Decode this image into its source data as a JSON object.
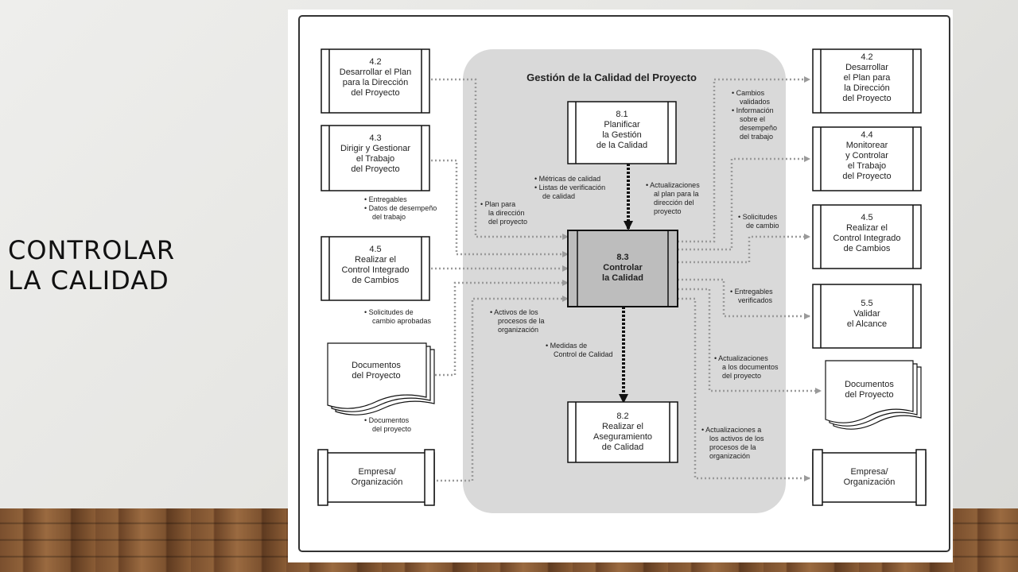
{
  "slide": {
    "title_lines": [
      "CONTROLAR",
      "LA CALIDAD"
    ]
  },
  "diagram": {
    "panel_title": "Gestión de la Calidad del Proyecto",
    "center_process": {
      "number": "8.3",
      "lines": [
        "Controlar",
        "la Calidad"
      ]
    },
    "process_8_1": {
      "number": "8.1",
      "lines": [
        "Planificar",
        "la Gestión",
        "de la Calidad"
      ]
    },
    "process_8_2": {
      "number": "8.2",
      "lines": [
        "Realizar el",
        "Aseguramiento",
        "de Calidad"
      ]
    },
    "inputs": [
      {
        "number": "4.2",
        "lines": [
          "Desarrollar el Plan",
          "para la Dirección",
          "del Proyecto"
        ]
      },
      {
        "number": "4.3",
        "lines": [
          "Dirigir y Gestionar",
          "el Trabajo",
          "del Proyecto"
        ]
      },
      {
        "number": "4.5",
        "lines": [
          "Realizar el",
          "Control Integrado",
          "de Cambios"
        ]
      },
      {
        "lines": [
          "Documentos",
          "del Proyecto"
        ]
      },
      {
        "lines": [
          "Empresa/",
          "Organización"
        ]
      }
    ],
    "outputs": [
      {
        "number": "4.2",
        "lines": [
          "Desarrollar",
          "el Plan para",
          "la Dirección",
          "del Proyecto"
        ]
      },
      {
        "number": "4.4",
        "lines": [
          "Monitorear",
          "y Controlar",
          "el Trabajo",
          "del Proyecto"
        ]
      },
      {
        "number": "4.5",
        "lines": [
          "Realizar el",
          "Control Integrado",
          "de Cambios"
        ]
      },
      {
        "number": "5.5",
        "lines": [
          "Validar",
          "el Alcance"
        ]
      },
      {
        "lines": [
          "Documentos",
          "del Proyecto"
        ]
      },
      {
        "lines": [
          "Empresa/",
          "Organización"
        ]
      }
    ],
    "flow_labels": {
      "entregables_datos": [
        "• Entregables",
        "• Datos de desempeño",
        "del trabajo"
      ],
      "solicitudes_aprobadas": [
        "• Solicitudes de",
        "cambio aprobadas"
      ],
      "documentos_proyecto": [
        "• Documentos",
        "del proyecto"
      ],
      "plan_direccion": [
        "• Plan para",
        "la dirección",
        "del proyecto"
      ],
      "metricas": [
        "• Métricas de calidad",
        "• Listas de verificación",
        "de calidad"
      ],
      "actualizaciones_plan": [
        "• Actualizaciones",
        "al plan para la",
        "dirección del",
        "proyecto"
      ],
      "activos_procesos": [
        "• Activos de los",
        "procesos de la",
        "organización"
      ],
      "medidas_control": [
        "• Medidas de",
        "Control de Calidad"
      ],
      "cambios_info": [
        "• Cambios",
        "validados",
        "• Información",
        "sobre el",
        "desempeño",
        "del trabajo"
      ],
      "solicitudes_cambio": [
        "• Solicitudes",
        "de cambio"
      ],
      "entregables_verificados": [
        "• Entregables",
        "verificados"
      ],
      "actualizaciones_documentos": [
        "• Actualizaciones",
        "a los documentos",
        "del proyecto"
      ],
      "actualizaciones_activos": [
        "• Actualizaciones a",
        "los activos de los",
        "procesos de la",
        "organización"
      ]
    }
  }
}
